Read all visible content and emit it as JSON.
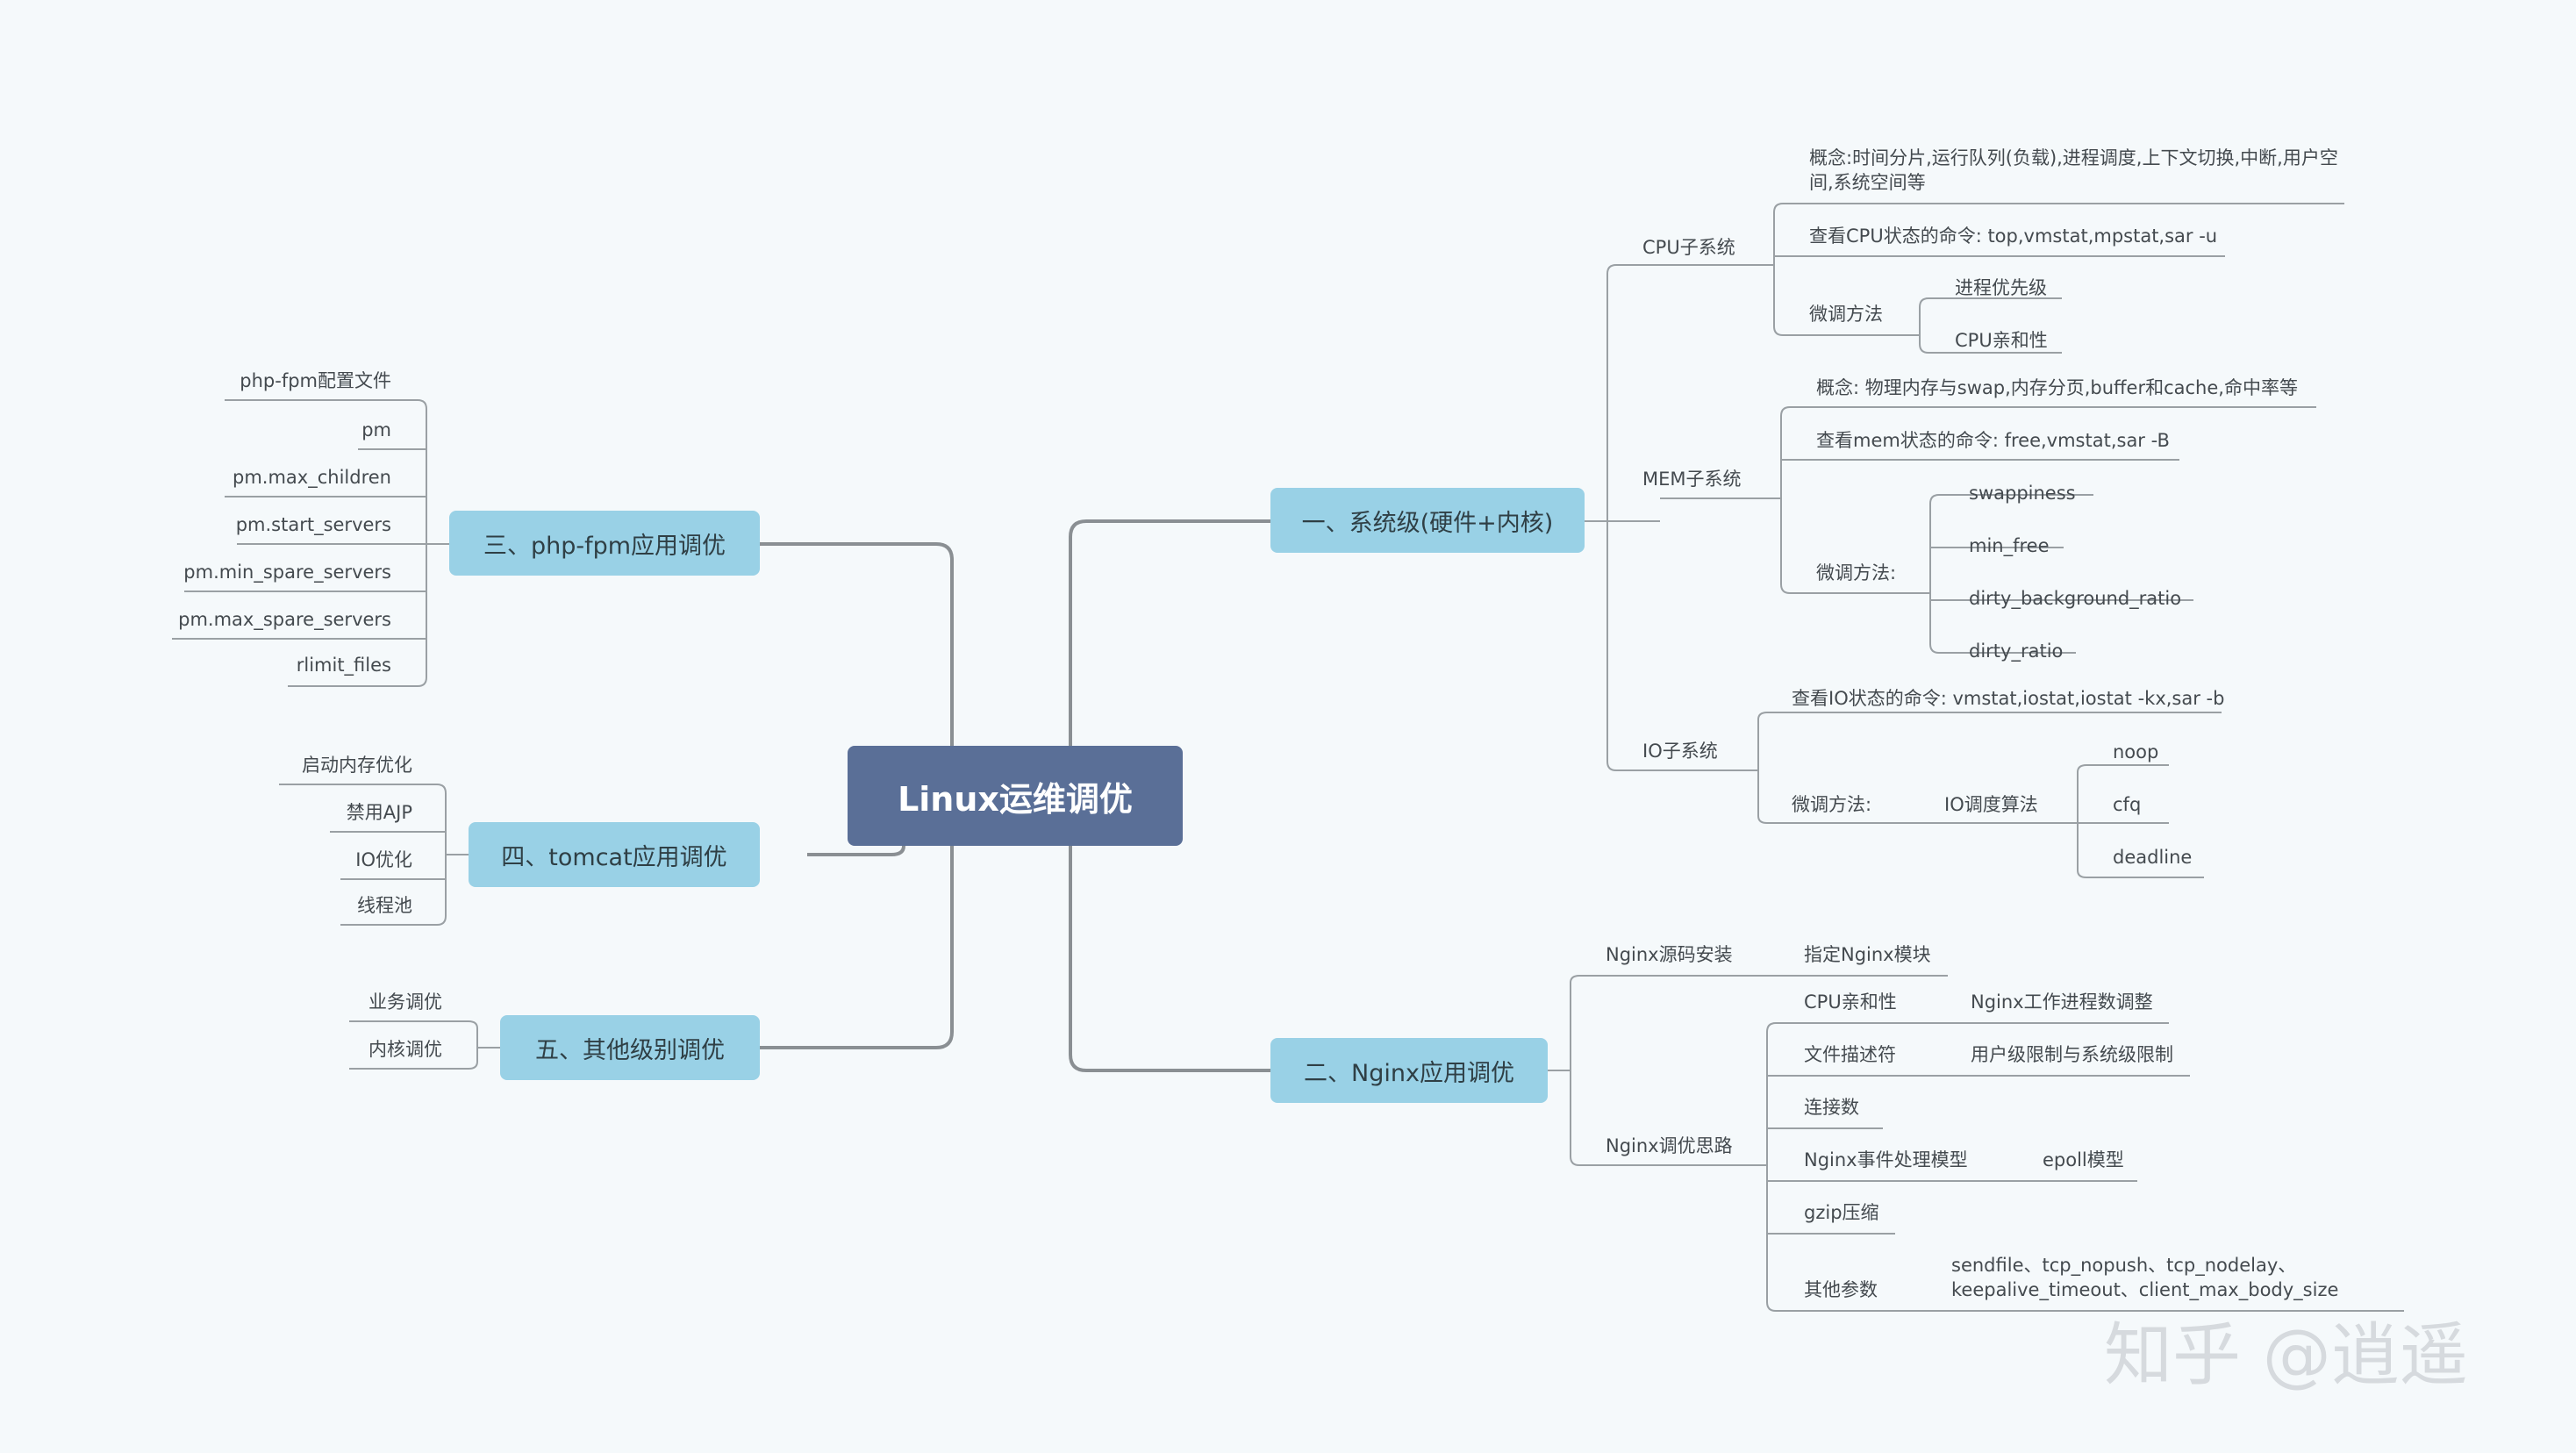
{
  "center": "Linux运维调优",
  "watermark": "知乎 @逍遥",
  "b1": {
    "label": "一、系统级(硬件+内核)",
    "cpu": {
      "label": "CPU子系统",
      "concept": "概念:时间分片,运行队列(负载),进程调度,上下文切换,中断,用户空间,系统空间等",
      "view": "查看CPU状态的命令: top,vmstat,mpstat,sar -u",
      "tune": "微调方法",
      "tune_items": [
        "进程优先级",
        "CPU亲和性"
      ]
    },
    "mem": {
      "label": "MEM子系统",
      "concept": "概念: 物理内存与swap,内存分页,buffer和cache,命中率等",
      "view": "查看mem状态的命令: free,vmstat,sar -B",
      "tune": "微调方法:",
      "tune_items": [
        "swappiness",
        "min_free",
        "dirty_background_ratio",
        "dirty_ratio"
      ]
    },
    "io": {
      "label": "IO子系统",
      "view": "查看IO状态的命令: vmstat,iostat,iostat -kx,sar -b",
      "tune": "微调方法:",
      "sched": "IO调度算法",
      "sched_items": [
        "noop",
        "cfq",
        "deadline"
      ]
    }
  },
  "b2": {
    "label": "二、Nginx应用调优",
    "install": "Nginx源码安装",
    "install_item": "指定Nginx模块",
    "idea": "Nginx调优思路",
    "items": [
      {
        "label": "CPU亲和性",
        "sub": "Nginx工作进程数调整"
      },
      {
        "label": "文件描述符",
        "sub": "用户级限制与系统级限制"
      },
      {
        "label": "连接数",
        "sub": ""
      },
      {
        "label": "Nginx事件处理模型",
        "sub": "epoll模型"
      },
      {
        "label": "gzip压缩",
        "sub": ""
      },
      {
        "label": "其他参数",
        "sub": "sendfile、tcp_nopush、tcp_nodelay、 keepalive_timeout、client_max_body_size"
      }
    ]
  },
  "b3": {
    "label": "三、php-fpm应用调优",
    "items": [
      "php-fpm配置文件",
      "pm",
      "pm.max_children",
      "pm.start_servers",
      "pm.min_spare_servers",
      "pm.max_spare_servers",
      "rlimit_files"
    ]
  },
  "b4": {
    "label": "四、tomcat应用调优",
    "items": [
      "启动内存优化",
      "禁用AJP",
      "IO优化",
      "线程池"
    ]
  },
  "b5": {
    "label": "五、其他级别调优",
    "items": [
      "业务调优",
      "内核调优"
    ]
  }
}
